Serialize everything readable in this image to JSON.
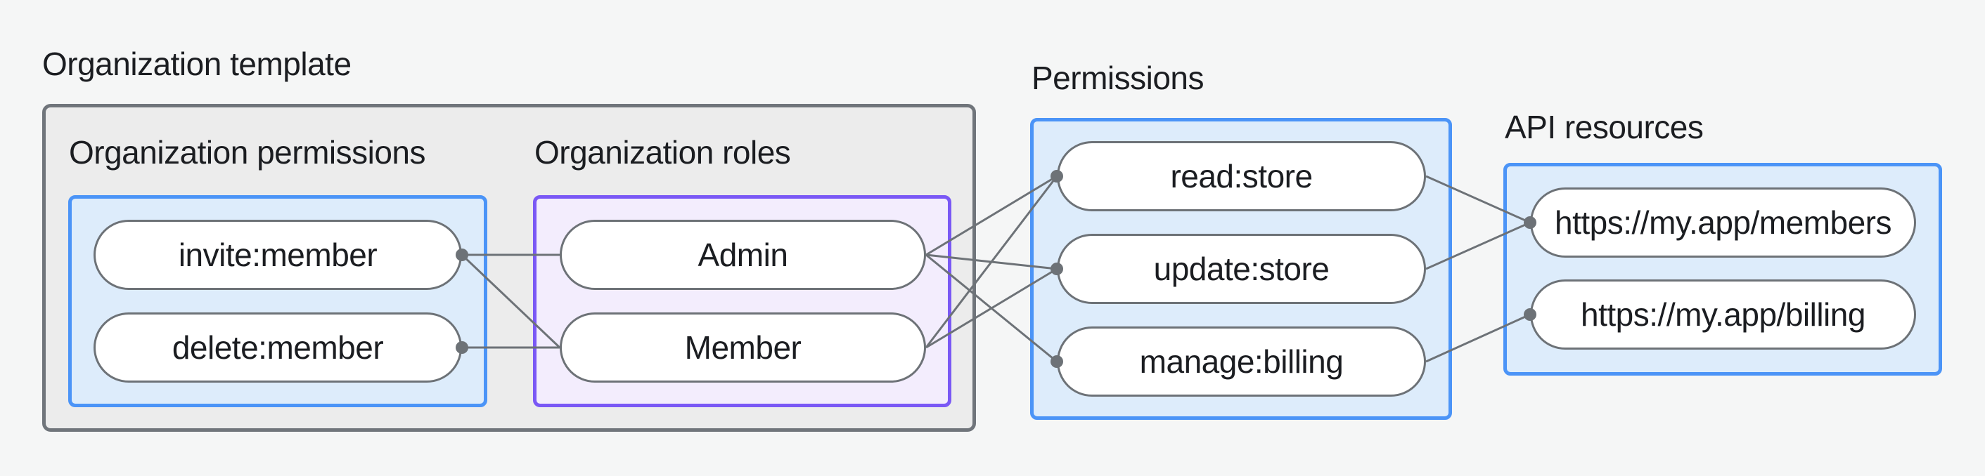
{
  "labels": {
    "org_template": "Organization template"
  },
  "sections": {
    "org_permissions": {
      "title": "Organization permissions",
      "items": [
        "invite:member",
        "delete:member"
      ]
    },
    "org_roles": {
      "title": "Organization roles",
      "items": [
        "Admin",
        "Member"
      ]
    },
    "permissions": {
      "title": "Permissions",
      "items": [
        "read:store",
        "update:store",
        "manage:billing"
      ]
    },
    "api_resources": {
      "title": "API resources",
      "items": [
        "https://my.app/members",
        "https://my.app/billing"
      ]
    }
  },
  "edges": [
    {
      "from": "invite:member",
      "to": "Admin"
    },
    {
      "from": "invite:member",
      "to": "Member"
    },
    {
      "from": "delete:member",
      "to": "Member"
    },
    {
      "from": "Admin",
      "to": "read:store"
    },
    {
      "from": "Admin",
      "to": "update:store"
    },
    {
      "from": "Admin",
      "to": "manage:billing"
    },
    {
      "from": "Member",
      "to": "read:store"
    },
    {
      "from": "Member",
      "to": "update:store"
    },
    {
      "from": "read:store",
      "to": "https://my.app/members"
    },
    {
      "from": "update:store",
      "to": "https://my.app/members"
    },
    {
      "from": "manage:billing",
      "to": "https://my.app/billing"
    }
  ],
  "colors": {
    "background": "#f5f6f6",
    "container_fill": "#ececec",
    "container_border": "#70757b",
    "blue_fill": "#ddecfb",
    "blue_border": "#4b94f7",
    "purple_fill": "#f3edfd",
    "purple_border": "#7a58f5",
    "node_fill": "#ffffff",
    "node_border": "#6d7277",
    "edge": "#6d7277",
    "text": "#1b1d21"
  }
}
